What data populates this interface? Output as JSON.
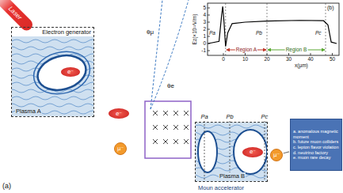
{
  "diagram": {
    "nodes": [
      {
        "text": [
          "Laser"
        ]
      },
      {
        "text": [
          "Electron generator",
          "Plasma A"
        ]
      },
      {
        "text": [
          "e⁻"
        ],
        "in": 1
      },
      {
        "text": [
          "e⁻"
        ]
      },
      {
        "text": [
          "μ⁻"
        ]
      },
      {
        "text": [
          "Moun accelerator",
          "Plasma B"
        ]
      },
      {
        "text": [
          "e⁻"
        ],
        "in": 5
      },
      {
        "text": [
          "μ⁻"
        ]
      },
      {
        "text": [
          "a. anomalous magnetic moment",
          "b. future muon colliders",
          "c. lepton flavor violation",
          "d. neutrino factory",
          "e. muon rare decay"
        ]
      }
    ],
    "edges": [
      {
        "from": 7,
        "to": 8,
        "arrow": "none"
      }
    ],
    "labels": [
      "(a)",
      "θμ",
      "θe",
      "Pa",
      "Pb",
      "Pc",
      "(b)",
      "5",
      "4",
      "3",
      "2",
      "1",
      "0",
      "-1",
      "0",
      "10",
      "20",
      "30",
      "40",
      "50",
      "x(μm)",
      "Pa",
      "Pb",
      "Pc",
      "Region A",
      "Region B",
      "Ez(×10¹²V/m)"
    ]
  }
}
